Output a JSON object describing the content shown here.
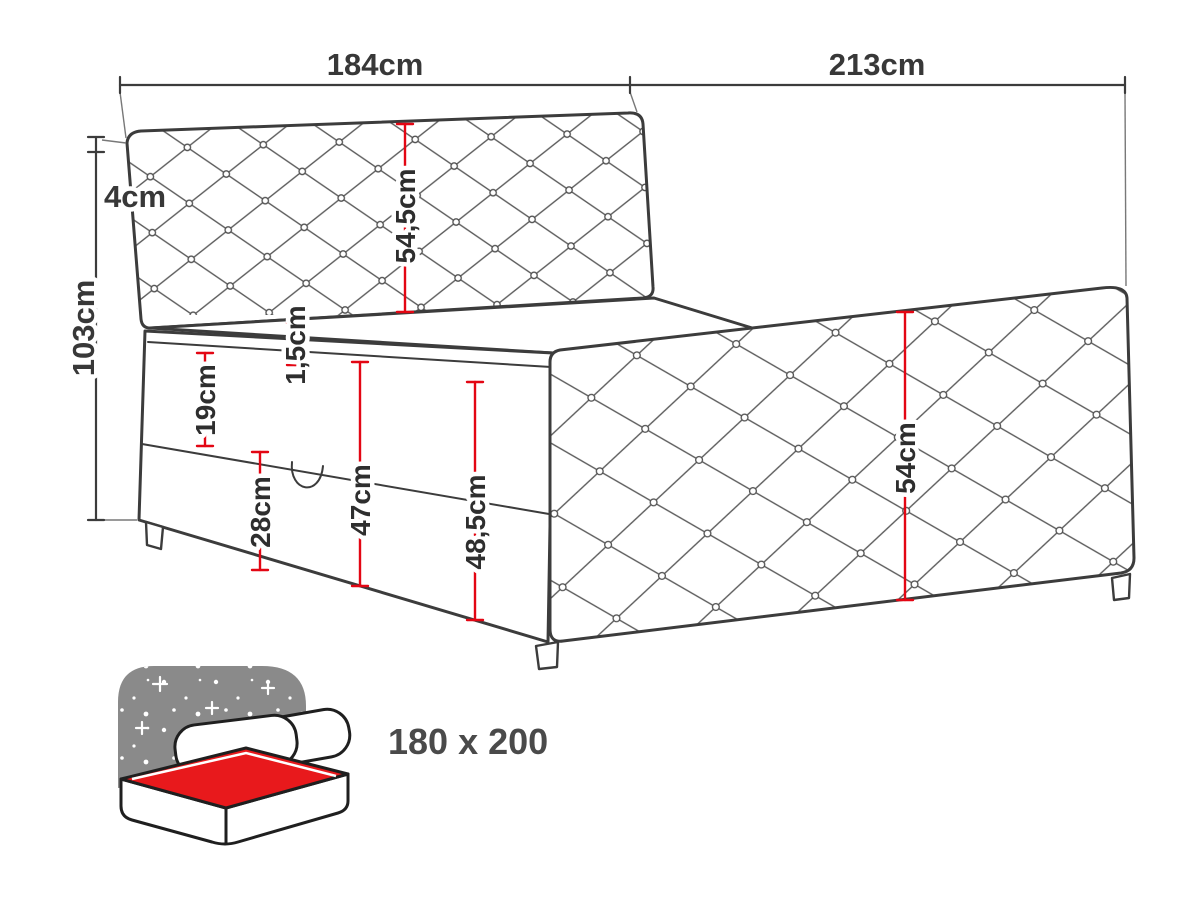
{
  "diagram": {
    "dimensions": {
      "headboard_width": "184cm",
      "bed_length": "213cm",
      "top_trim": "4cm",
      "total_height": "103cm",
      "headboard_front_height": "54,5cm",
      "mattress_edge_thickness": "1,5cm",
      "mattress_side_height": "19cm",
      "storage_box_height": "28cm",
      "side_total_height": "47cm",
      "foot_end_height": "48,5cm",
      "footboard_height": "54cm"
    },
    "colors": {
      "dimension_red": "#e30613",
      "outline": "#3c3c3c",
      "icon_red": "#e8191c",
      "icon_gray": "#8a8a8a"
    },
    "icon": {
      "size_label": "180 x 200"
    }
  }
}
